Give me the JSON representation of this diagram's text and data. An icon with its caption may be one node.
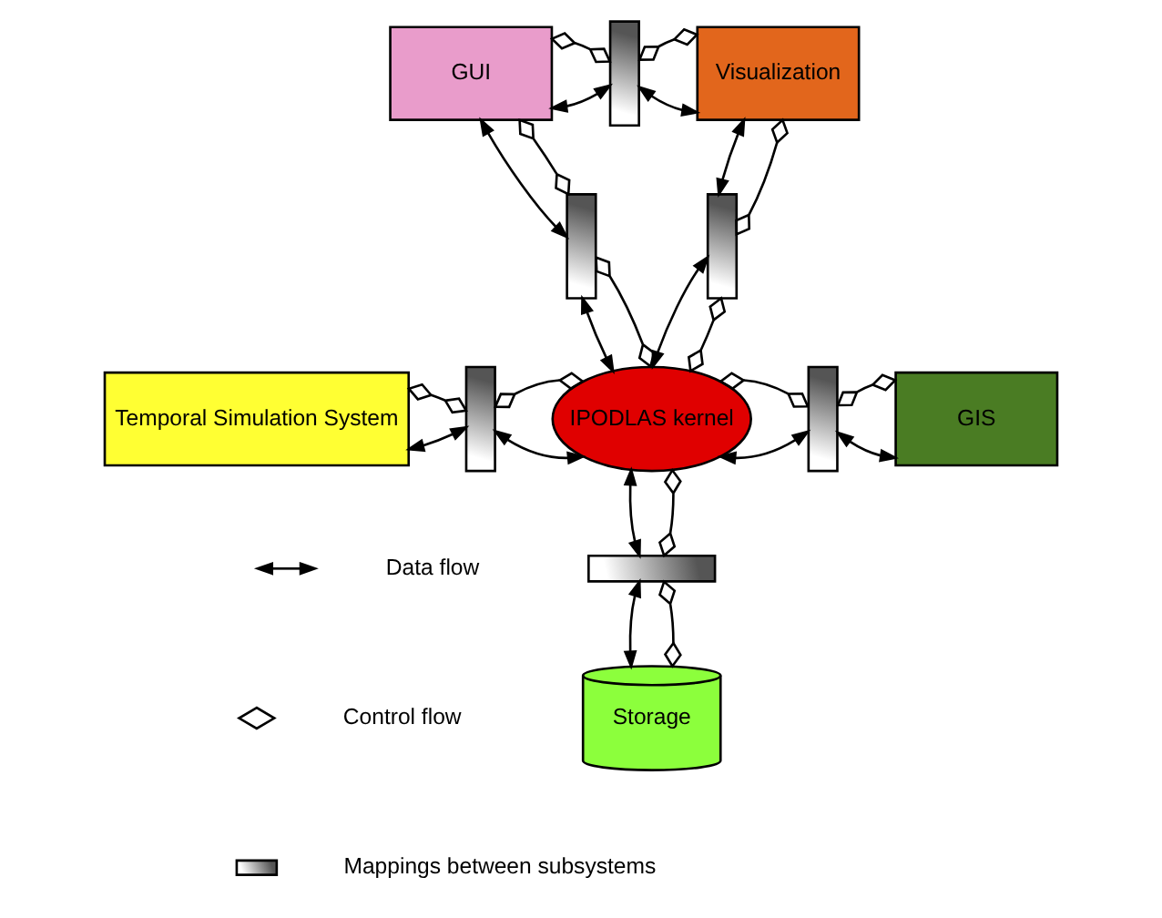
{
  "diagram": {
    "nodes": [
      {
        "text": [
          "GUI"
        ]
      },
      {
        "text": [],
        "shape": "bar"
      },
      {
        "text": [
          "Visualization"
        ]
      },
      {
        "text": [],
        "shape": "bar"
      },
      {
        "text": [],
        "shape": "bar"
      },
      {
        "text": [
          "Temporal Simulation System"
        ]
      },
      {
        "text": [],
        "shape": "bar"
      },
      {
        "text": [
          "IPODLAS kernel"
        ]
      },
      {
        "text": [],
        "shape": "bar"
      },
      {
        "text": [
          "GIS"
        ]
      },
      {
        "text": [],
        "shape": "bar"
      },
      {
        "text": [
          "Storage"
        ]
      }
    ],
    "edges": [
      {
        "from": 0,
        "to": 1,
        "arrow": "both"
      },
      {
        "from": 0,
        "to": 1,
        "arrow": "other"
      },
      {
        "from": 1,
        "to": 2,
        "arrow": "both"
      },
      {
        "from": 1,
        "to": 2,
        "arrow": "other"
      },
      {
        "from": 0,
        "to": 3,
        "arrow": "both"
      },
      {
        "from": 0,
        "to": 3,
        "arrow": "other"
      },
      {
        "from": 2,
        "to": 4,
        "arrow": "both"
      },
      {
        "from": 2,
        "to": 4,
        "arrow": "other"
      },
      {
        "from": 3,
        "to": 7,
        "arrow": "both"
      },
      {
        "from": 3,
        "to": 7,
        "arrow": "other"
      },
      {
        "from": 4,
        "to": 7,
        "arrow": "both"
      },
      {
        "from": 4,
        "to": 7,
        "arrow": "other"
      },
      {
        "from": 5,
        "to": 6,
        "arrow": "both"
      },
      {
        "from": 5,
        "to": 6,
        "arrow": "other"
      },
      {
        "from": 6,
        "to": 7,
        "arrow": "both"
      },
      {
        "from": 6,
        "to": 7,
        "arrow": "other"
      },
      {
        "from": 7,
        "to": 8,
        "arrow": "both"
      },
      {
        "from": 7,
        "to": 8,
        "arrow": "other"
      },
      {
        "from": 8,
        "to": 9,
        "arrow": "both"
      },
      {
        "from": 8,
        "to": 9,
        "arrow": "other"
      },
      {
        "from": 7,
        "to": 10,
        "arrow": "both"
      },
      {
        "from": 7,
        "to": 10,
        "arrow": "other"
      },
      {
        "from": 10,
        "to": 11,
        "arrow": "both"
      },
      {
        "from": 10,
        "to": 11,
        "arrow": "other"
      }
    ],
    "legend": [
      {
        "text": "Data flow"
      },
      {
        "text": "Control flow"
      },
      {
        "text": "Mappings between subsystems"
      }
    ]
  }
}
